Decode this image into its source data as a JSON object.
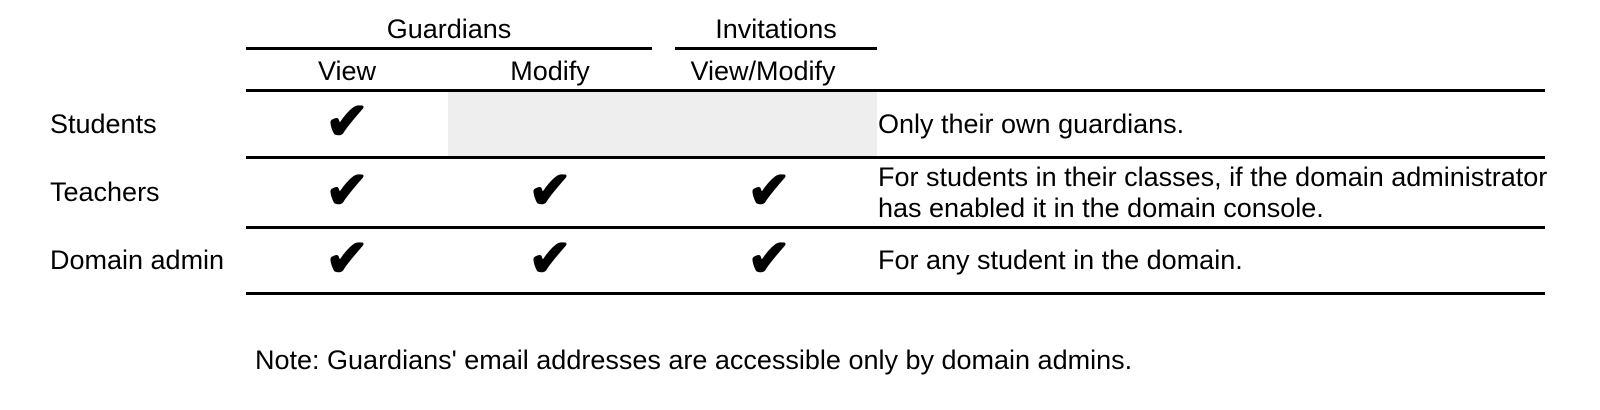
{
  "colors": {
    "background": "#ffffff",
    "text": "#000000",
    "line": "#000000",
    "highlight_cell": "#eeeeee"
  },
  "table": {
    "group_headers": [
      {
        "label": "Guardians"
      },
      {
        "label": "Invitations"
      }
    ],
    "column_headers": [
      "View",
      "Modify",
      "View/Modify"
    ],
    "rows": [
      {
        "label": "Students",
        "cells": [
          "✔",
          "",
          ""
        ],
        "note": "Only their own guardians."
      },
      {
        "label": "Teachers",
        "cells": [
          "✔",
          "✔",
          "✔"
        ],
        "note": "For students in their classes, if the domain administrator has enabled it in the domain console."
      },
      {
        "label": "Domain admin",
        "cells": [
          "✔",
          "✔",
          "✔"
        ],
        "note": "For any student in the domain."
      }
    ]
  },
  "footer": {
    "note": "Note: Guardians' email addresses are accessible only by domain admins."
  }
}
